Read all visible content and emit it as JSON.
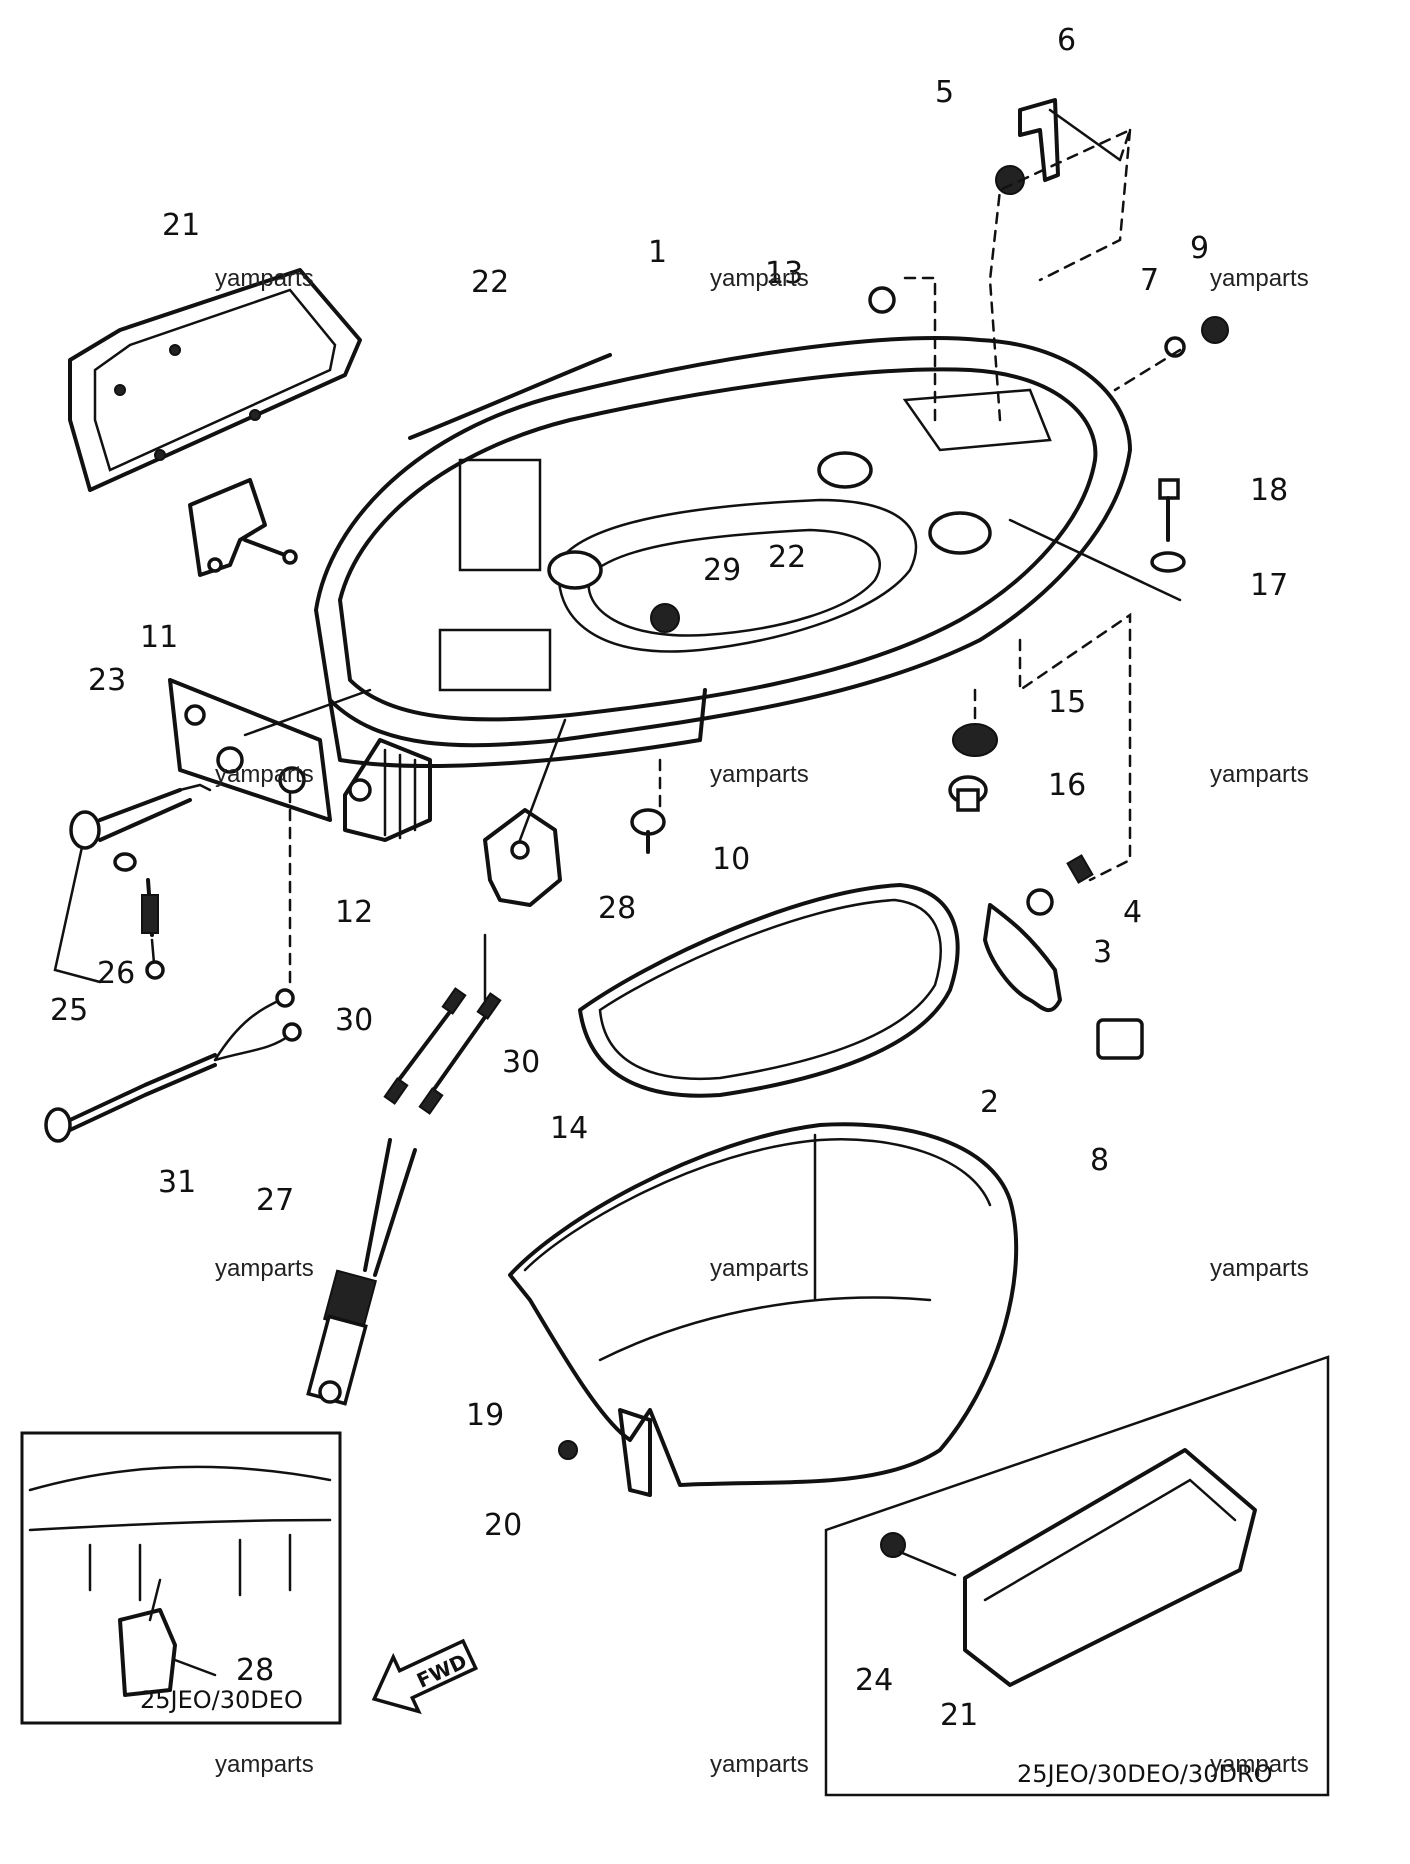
{
  "diagram": {
    "callouts": [
      "1",
      "2",
      "3",
      "4",
      "5",
      "6",
      "7",
      "8",
      "9",
      "10",
      "11",
      "12",
      "13",
      "14",
      "15",
      "16",
      "17",
      "18",
      "19",
      "20",
      "21",
      "22",
      "23",
      "24",
      "25",
      "26",
      "27",
      "28",
      "29",
      "30",
      "31"
    ],
    "inset_labels": {
      "left": "25JEO/30DEO",
      "right": "25JEO/30DEO/30DRO"
    },
    "arrow_label": "FWD",
    "watermark": "yamparts"
  }
}
